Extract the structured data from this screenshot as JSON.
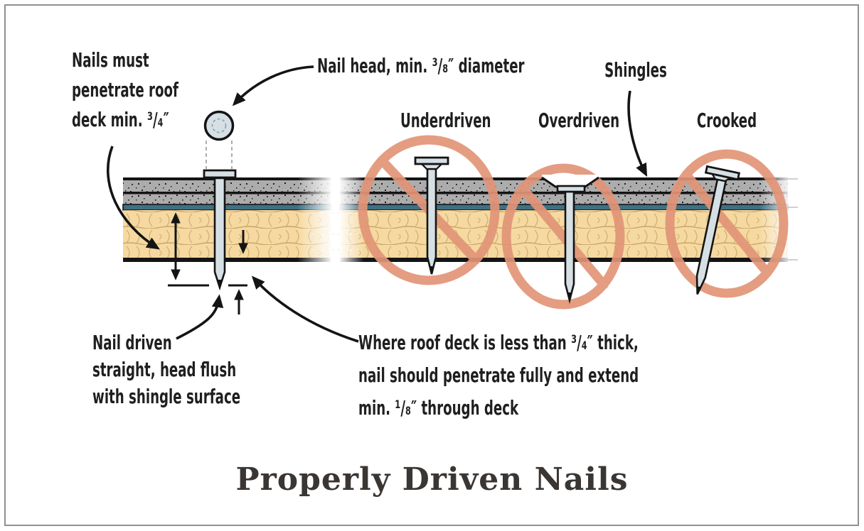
{
  "labels": {
    "nails_must": "Nails must\npenetrate roof\ndeck min. ³/₄″",
    "nail_head": "Nail head, min. ³/₈″ diameter",
    "shingles": "Shingles",
    "underdriven": "Underdriven",
    "overdriven": "Overdriven",
    "crooked": "Crooked",
    "nail_driven": "Nail driven\nstraight, head flush\nwith shingle surface",
    "where_roof": "Where roof deck is less than ³/₄″ thick,\nnail should penetrate fully and extend\nmin. ¹/₈″ through deck"
  },
  "title": {
    "text": "Properly Driven Nails"
  },
  "icons": {
    "no_symbol": "prohibition-circle-with-slash",
    "arrow": "curved-pointer-arrow",
    "dimension": "double-headed-measure-arrow"
  },
  "colors": {
    "prohibition": "#e29577",
    "deck_wood": "#f6d9a0",
    "wood_grain": "#c9a668",
    "shingle_gray": "#acacac",
    "underlayment_blue": "#3d7087",
    "nail_fill": "#d6e0e4",
    "outline": "#141414",
    "label_text": "#1f1f1f",
    "title_text": "#3a3633",
    "frame_border": "#909090"
  }
}
